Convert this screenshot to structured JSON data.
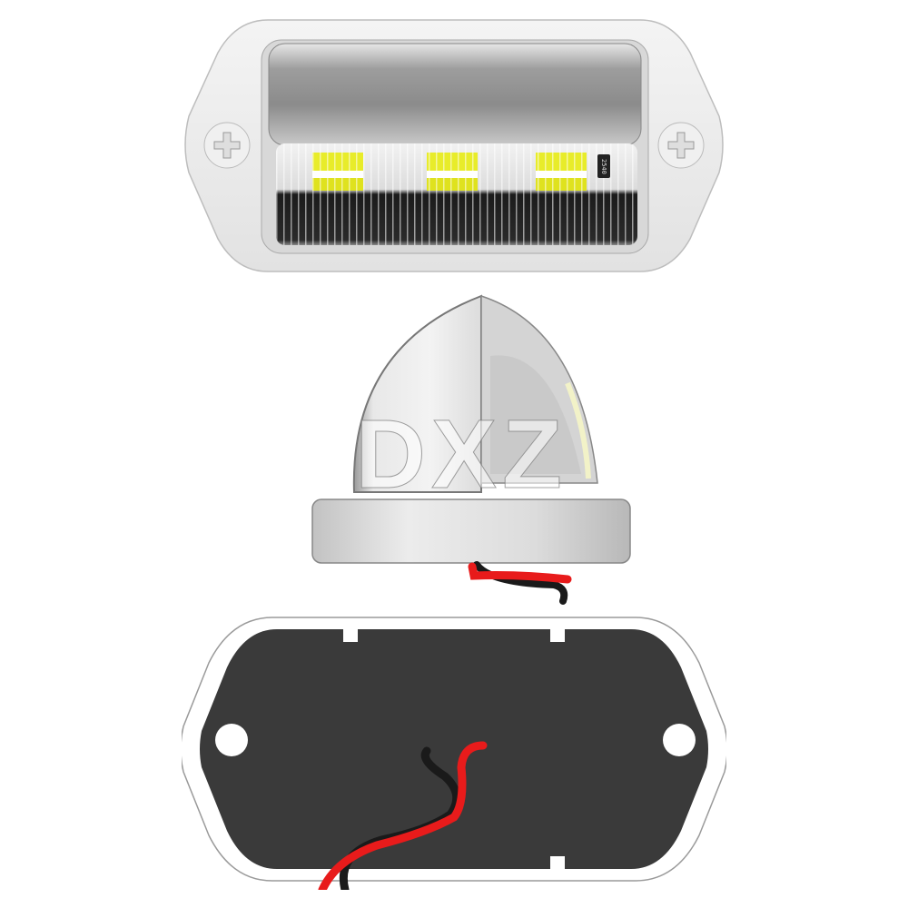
{
  "product": {
    "description": "LED license plate / step light shown in three views",
    "views": [
      {
        "id": "front",
        "label": "front view with three LED modules"
      },
      {
        "id": "side",
        "label": "side view of dome housing with wires"
      },
      {
        "id": "back",
        "label": "rear view with black gasket and red/black wires"
      }
    ]
  },
  "watermark": {
    "text": "DXZ"
  },
  "led_chip_label": {
    "text": "2540"
  },
  "colors": {
    "background": "#ffffff",
    "chrome": "#c8c8c8",
    "gasket": "#3a3a3a",
    "led_yellow": "#e8ec2a",
    "wire_red": "#e81b1b",
    "wire_black": "#1a1a1a"
  }
}
